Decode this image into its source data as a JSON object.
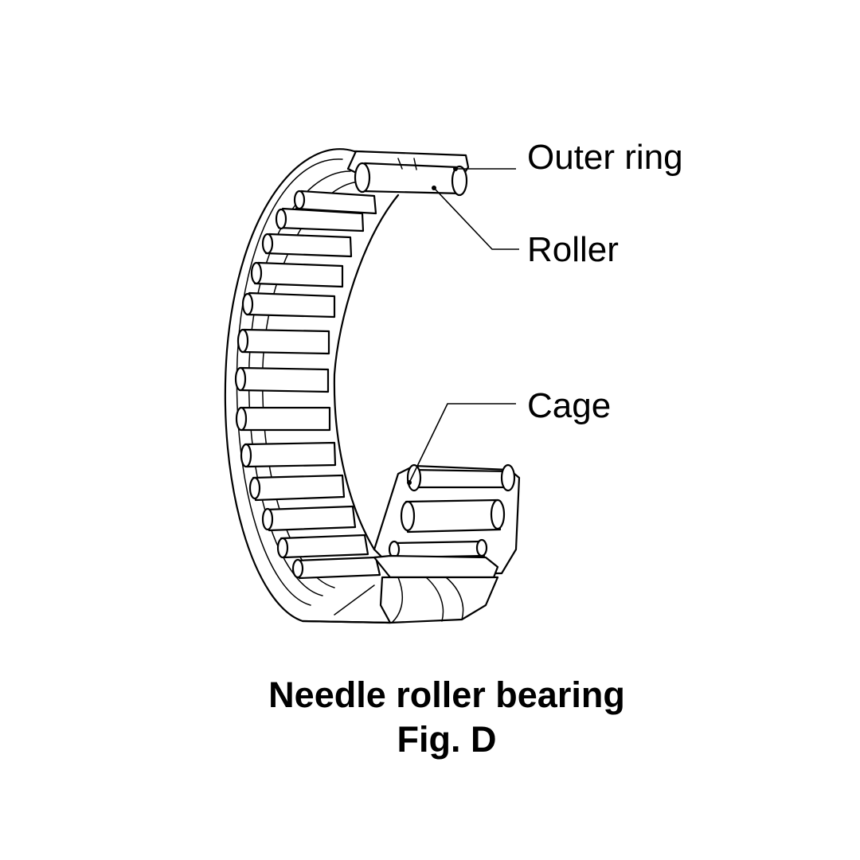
{
  "labels": {
    "outer_ring": "Outer ring",
    "roller": "Roller",
    "cage": "Cage"
  },
  "caption": {
    "title": "Needle roller bearing",
    "figure": "Fig. D"
  }
}
